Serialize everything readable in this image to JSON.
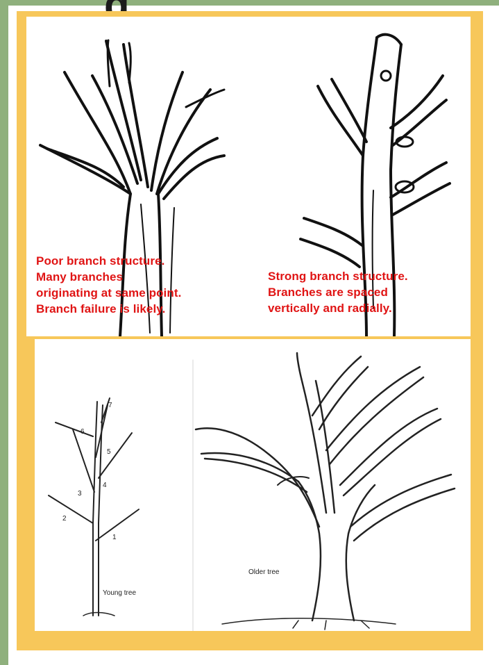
{
  "title_fragment": "g",
  "top_panel": {
    "left_caption": [
      "Poor branch structure.",
      "Many branches",
      "originating at same point.",
      "Branch failure is likely."
    ],
    "right_caption": [
      "Strong branch structure.",
      "Branches are spaced",
      "vertically and radially."
    ]
  },
  "bottom_panel": {
    "young_label": "Young tree",
    "older_label": "Older tree",
    "branch_numbers": [
      "1",
      "2",
      "3",
      "4",
      "5",
      "6",
      "7"
    ]
  },
  "colors": {
    "background_green": "#8fb07d",
    "frame_yellow": "#f7c75a",
    "caption_red": "#e01414"
  }
}
